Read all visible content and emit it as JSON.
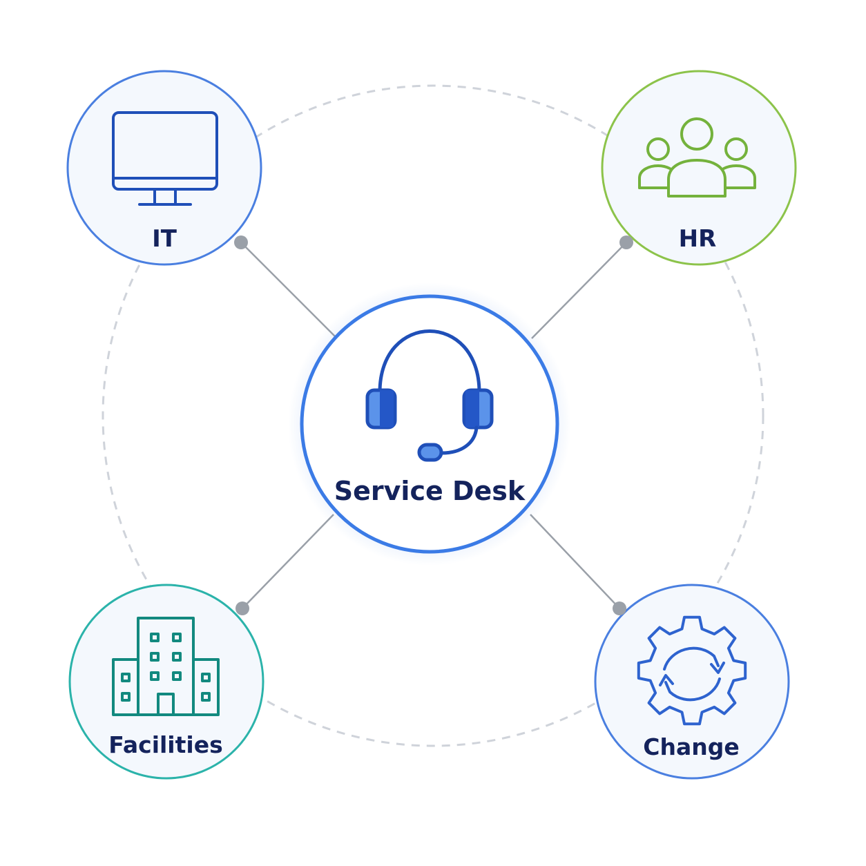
{
  "center": {
    "label": "Service Desk",
    "icon": "headset-icon",
    "accent": "#3b7be6"
  },
  "nodes": [
    {
      "id": "it",
      "label": "IT",
      "icon": "monitor-icon",
      "color": "#4a7fe0",
      "icon_color": "#1f4fb8"
    },
    {
      "id": "hr",
      "label": "HR",
      "icon": "people-icon",
      "color": "#8cc34a",
      "icon_color": "#74b23c"
    },
    {
      "id": "facilities",
      "label": "Facilities",
      "icon": "building-icon",
      "color": "#2bb3aa",
      "icon_color": "#12897f"
    },
    {
      "id": "change",
      "label": "Change",
      "icon": "gear-sync-icon",
      "color": "#4a7fe0",
      "icon_color": "#2e63cf"
    }
  ],
  "colors": {
    "connector": "#9aa0a8",
    "orbit": "#cfd3da",
    "node_fill": "#f4f8fd",
    "label": "#14235c"
  }
}
